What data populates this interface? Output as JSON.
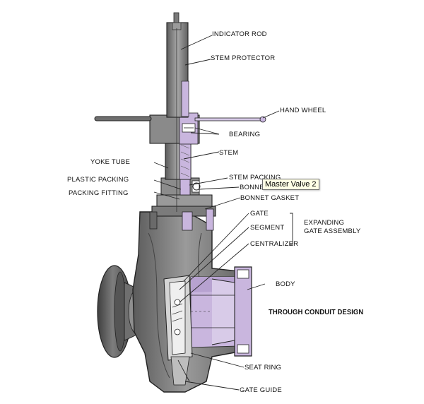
{
  "labels": {
    "indicator_rod": "INDICATOR ROD",
    "stem_protector": "STEM PROTECTOR",
    "hand_wheel": "HAND WHEEL",
    "bearing": "BEARING",
    "stem": "STEM",
    "yoke_tube": "YOKE TUBE",
    "plastic_packing": "PLASTIC PACKING",
    "packing_fitting": "PACKING FITTING",
    "stem_packing": "STEM PACKING",
    "bonnet": "BONNET",
    "bonnet_gasket": "BONNET GASKET",
    "gate": "GATE",
    "segment": "SEGMENT",
    "centralizer": "CENTRALIZER",
    "expanding_gate_assembly_line1": "EXPANDING",
    "expanding_gate_assembly_line2": "GATE  ASSEMBLY",
    "body": "BODY",
    "seat_ring": "SEAT RING",
    "gate_guide": "GATE GUIDE"
  },
  "caption": "THROUGH CONDUIT DESIGN",
  "tooltip": "Master Valve 2",
  "colors": {
    "metal_dark": "#5e5e5e",
    "metal_mid": "#8a8a8a",
    "metal_light": "#c4c4c4",
    "highlight_purple": "#c9b6de",
    "outline": "#222222"
  }
}
